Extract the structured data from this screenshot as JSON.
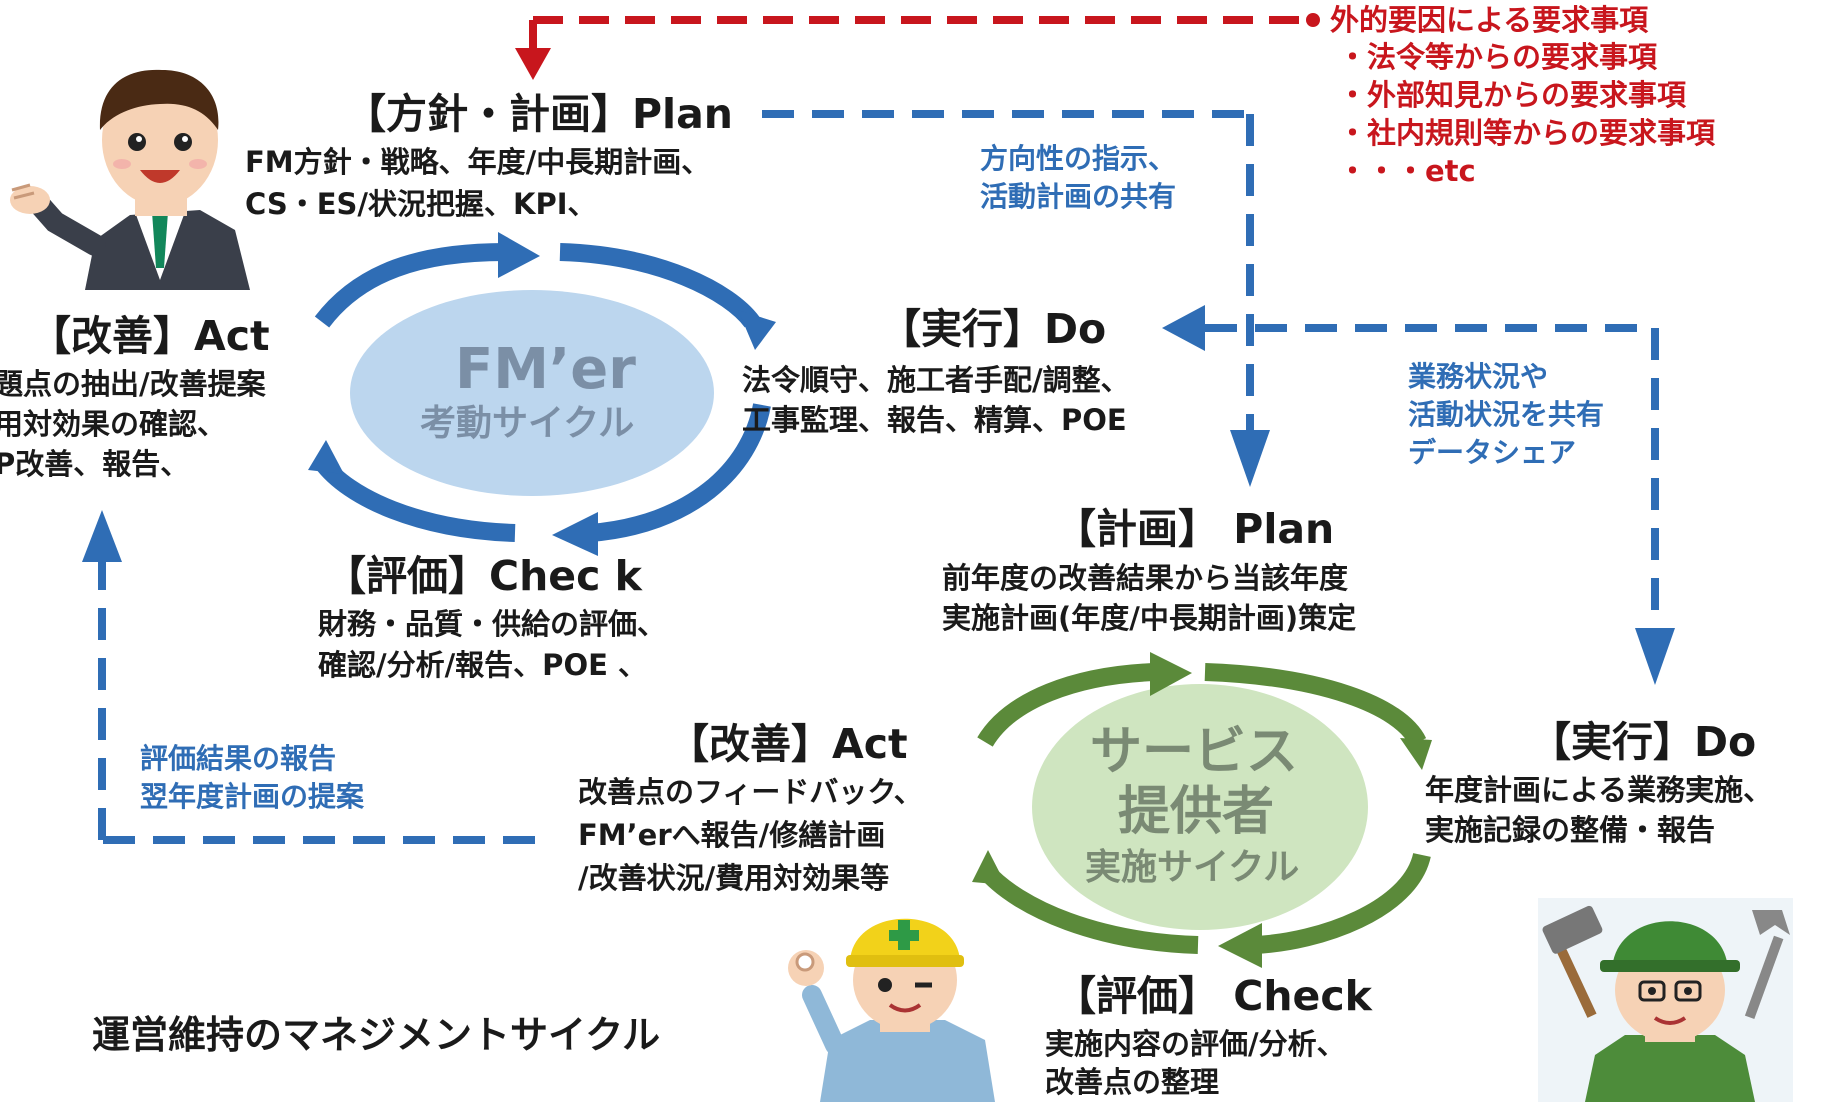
{
  "external": {
    "heading": "外的要因による要求事項",
    "items": [
      "・法令等からの要求事項",
      "・外部知見からの要求事項",
      "・社内規則等からの要求事項",
      "・・・etc"
    ]
  },
  "fmer_cycle": {
    "center_title": "FM’er",
    "center_subtitle": "考動サイクル",
    "plan": {
      "title": "【方針・計画】Plan",
      "lines": [
        "FM方針・戦略、年度/中長期計画、",
        "CS・ES/状況把握、KPI、"
      ]
    },
    "do": {
      "title": "【実行】Do",
      "lines": [
        "法令順守、施工者手配/調整、",
        "工事監理、報告、精算、POE"
      ]
    },
    "check": {
      "title": "【評価】Chec k",
      "lines": [
        "財務・品質・供給の評価、",
        "確認/分析/報告、POE 、"
      ]
    },
    "act": {
      "title": "【改善】Act",
      "lines": [
        "題点の抽出/改善提案",
        "用対効果の確認、",
        "P改善、報告、"
      ]
    }
  },
  "service_cycle": {
    "center_title_1": "サービス",
    "center_title_2": "提供者",
    "center_subtitle": "実施サイクル",
    "plan": {
      "title": "【計画】 Plan",
      "lines": [
        "前年度の改善結果から当該年度",
        "実施計画(年度/中長期計画)策定"
      ]
    },
    "do": {
      "title": "【実行】Do",
      "lines": [
        "年度計画による業務実施、",
        "実施記録の整備・報告"
      ]
    },
    "check": {
      "title": "【評価】 Check",
      "lines": [
        "実施内容の評価/分析、",
        "改善点の整理"
      ]
    },
    "act": {
      "title": "【改善】Act",
      "lines": [
        "改善点のフィードバック、",
        "FM’erへ報告/修繕計画",
        "/改善状況/費用対効果等"
      ]
    }
  },
  "flow_notes": {
    "direction": [
      "方向性の指示、",
      "活動計画の共有"
    ],
    "status_share": [
      "業務状況や",
      "活動状況を共有",
      "データシェア"
    ],
    "report": [
      "評価結果の報告",
      "翌年度計画の提案"
    ]
  },
  "footer_title": "運営維持のマネジメントサイクル",
  "colors": {
    "red": "#c8161d",
    "blue": "#2f6db5",
    "fm_ellipse": "#bcd6ee",
    "fm_center_text": "#7b8fa6",
    "service_ellipse": "#cfe5c0",
    "service_arrow": "#5b8a3a",
    "service_center_text": "#7a8a74"
  },
  "icons": [
    "businessman-presenting-icon",
    "construction-worker-ok-icon",
    "maintenance-worker-tools-icon"
  ]
}
